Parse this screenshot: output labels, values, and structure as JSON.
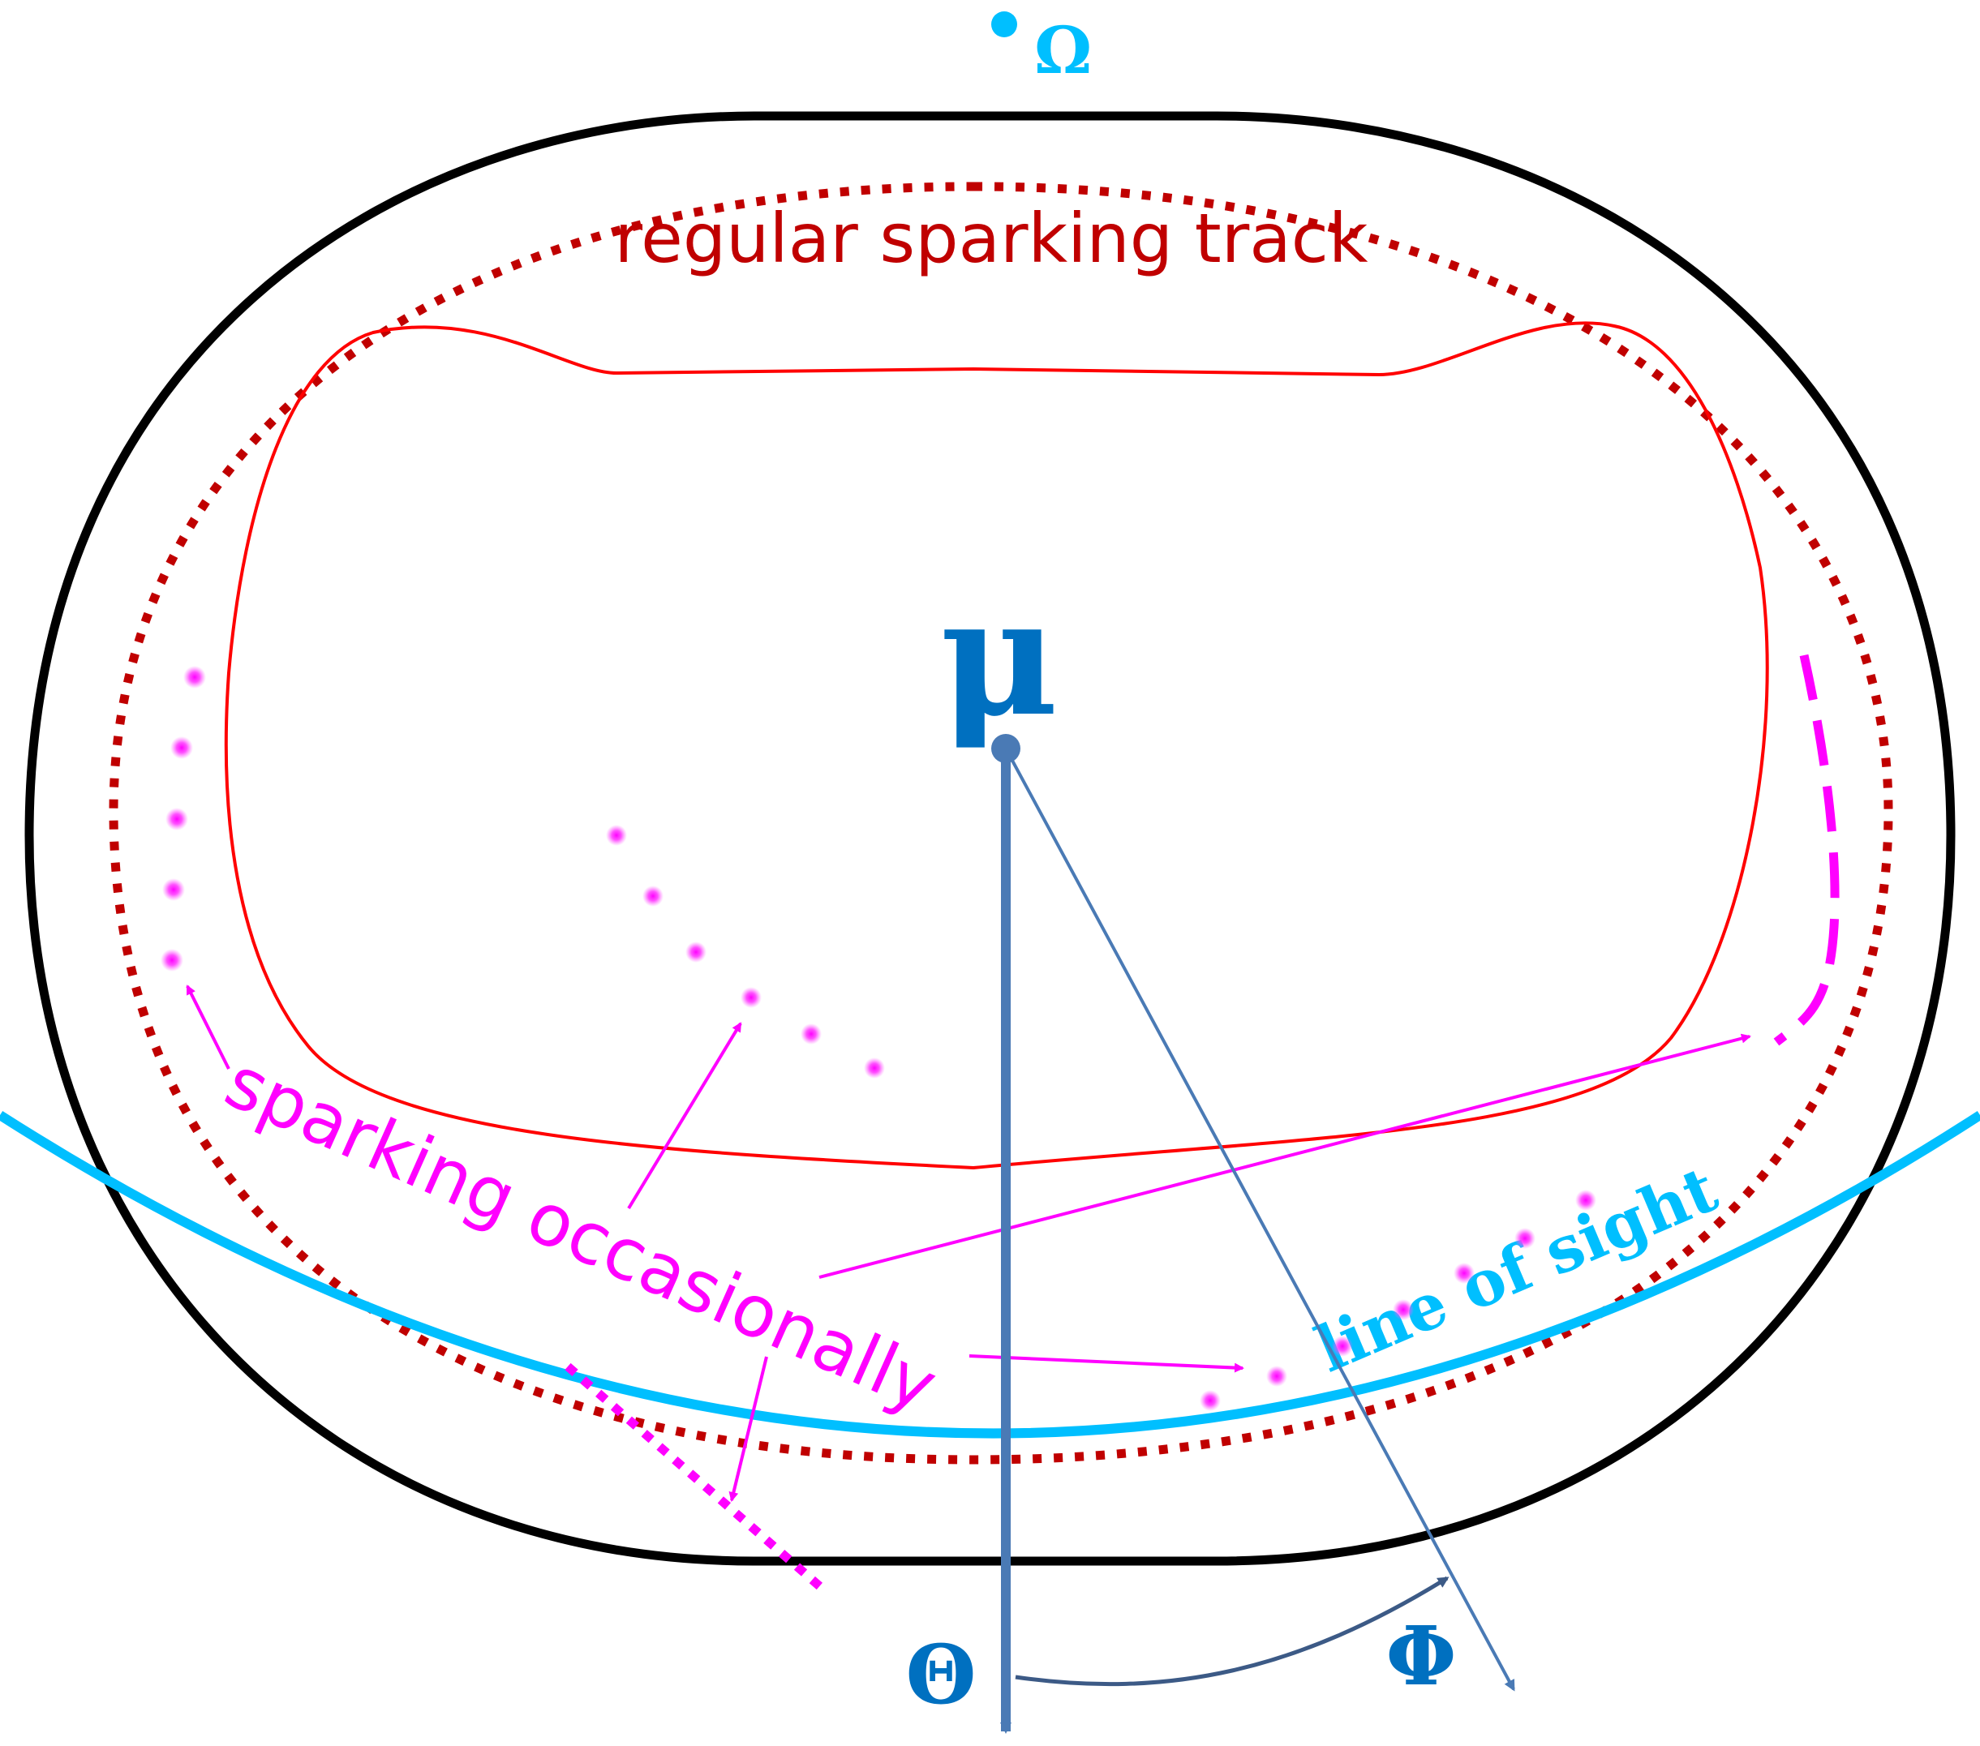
{
  "labels": {
    "omega": "Ω",
    "regular_track": "regular sparking track",
    "mu": "μ",
    "sparking_occasionally": "sparking occasionally",
    "line_of_sight": "line of sight",
    "theta": "Θ",
    "phi": "Φ"
  },
  "colors": {
    "outline": "#000000",
    "regular_track": "#c00000",
    "inner_contour": "#ff0000",
    "sparking": "#ff00ff",
    "line_of_sight": "#00bfff",
    "axes": "#4a7ab5",
    "greek_labels": "#0070c0"
  }
}
